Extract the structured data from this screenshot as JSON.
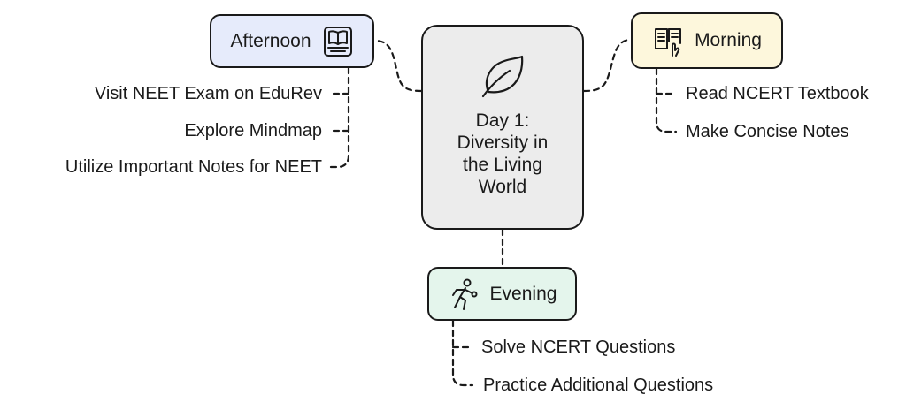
{
  "colors": {
    "afternoon_fill": "#e6ebfb",
    "morning_fill": "#fdf7dc",
    "evening_fill": "#e4f5ec",
    "center_fill": "#ececec",
    "stroke": "#1a1a1a"
  },
  "center": {
    "title": "Day 1:\nDiversity in\nthe Living\nWorld",
    "icon": "leaf-icon"
  },
  "afternoon": {
    "label": "Afternoon",
    "icon": "book-icon",
    "items": [
      "Visit NEET Exam on EduRev",
      "Explore Mindmap",
      "Utilize Important Notes for NEET"
    ]
  },
  "morning": {
    "label": "Morning",
    "icon": "reading-icon",
    "items": [
      "Read NCERT Textbook",
      "Make Concise Notes"
    ]
  },
  "evening": {
    "label": "Evening",
    "icon": "exercise-icon",
    "items": [
      "Solve NCERT Questions",
      "Practice Additional Questions"
    ]
  }
}
